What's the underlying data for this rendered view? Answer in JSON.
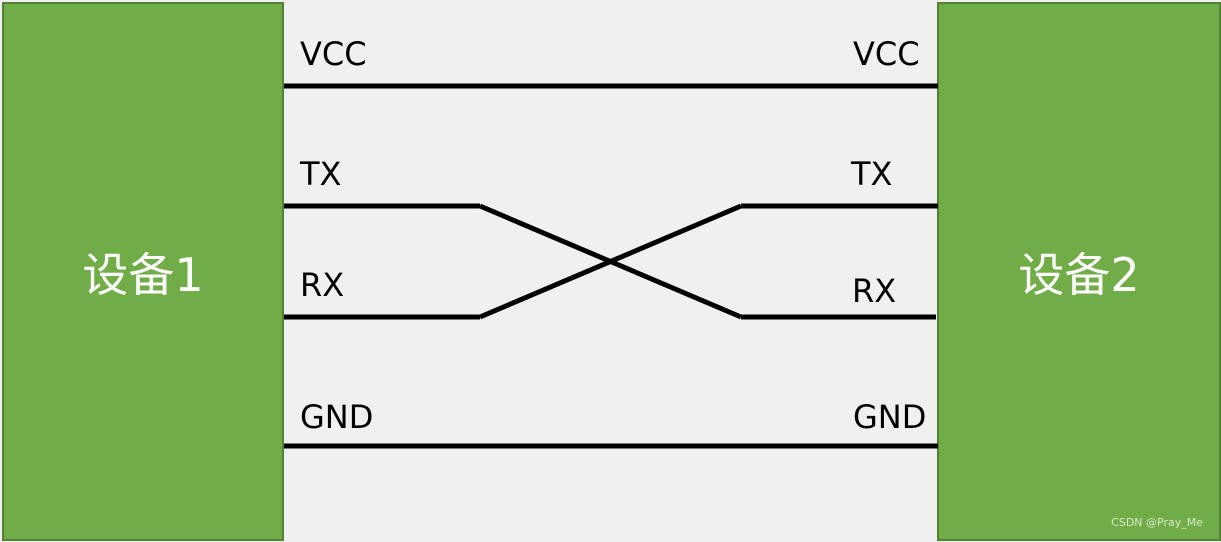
{
  "devices": {
    "left": {
      "label": "设备1"
    },
    "right": {
      "label": "设备2"
    }
  },
  "pins": {
    "left": {
      "vcc": "VCC",
      "tx": "TX",
      "rx": "RX",
      "gnd": "GND"
    },
    "right": {
      "vcc": "VCC",
      "tx": "TX",
      "rx": "RX",
      "gnd": "GND"
    }
  },
  "watermark": "CSDN @Pray_Me",
  "colors": {
    "device_fill": "#70ad47",
    "device_border": "#538135",
    "wire": "#000000",
    "background": "#f0f0f0"
  }
}
